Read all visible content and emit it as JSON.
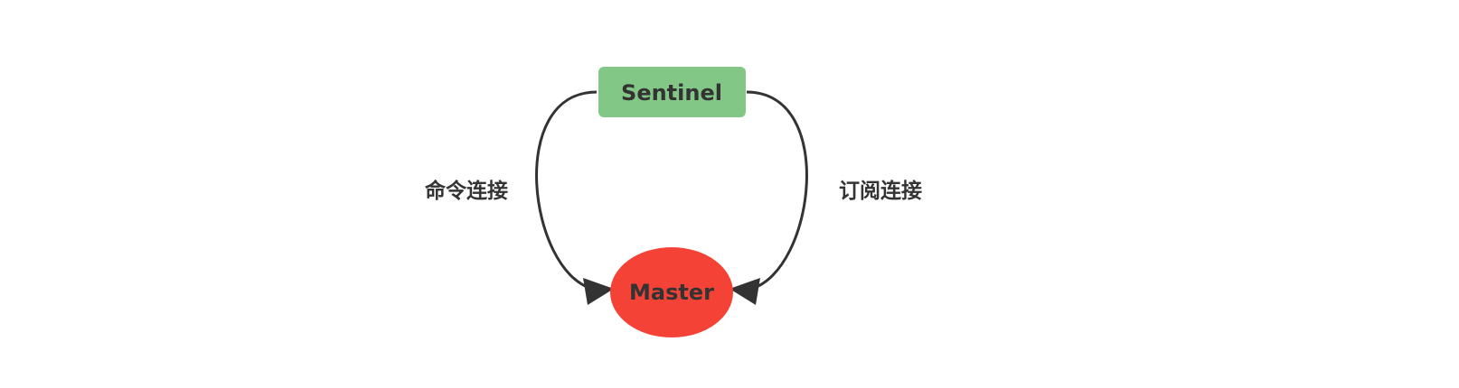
{
  "diagram": {
    "nodes": {
      "sentinel": {
        "label": "Sentinel",
        "shape": "rounded-rectangle",
        "fill": "#82c785"
      },
      "master": {
        "label": "Master",
        "shape": "ellipse",
        "fill": "#f44336"
      }
    },
    "edges": {
      "command": {
        "label": "命令连接",
        "from": "sentinel",
        "to": "master"
      },
      "subscribe": {
        "label": "订阅连接",
        "from": "sentinel",
        "to": "master"
      }
    },
    "colors": {
      "text": "#333333",
      "edge": "#333333",
      "background": "#ffffff"
    }
  }
}
